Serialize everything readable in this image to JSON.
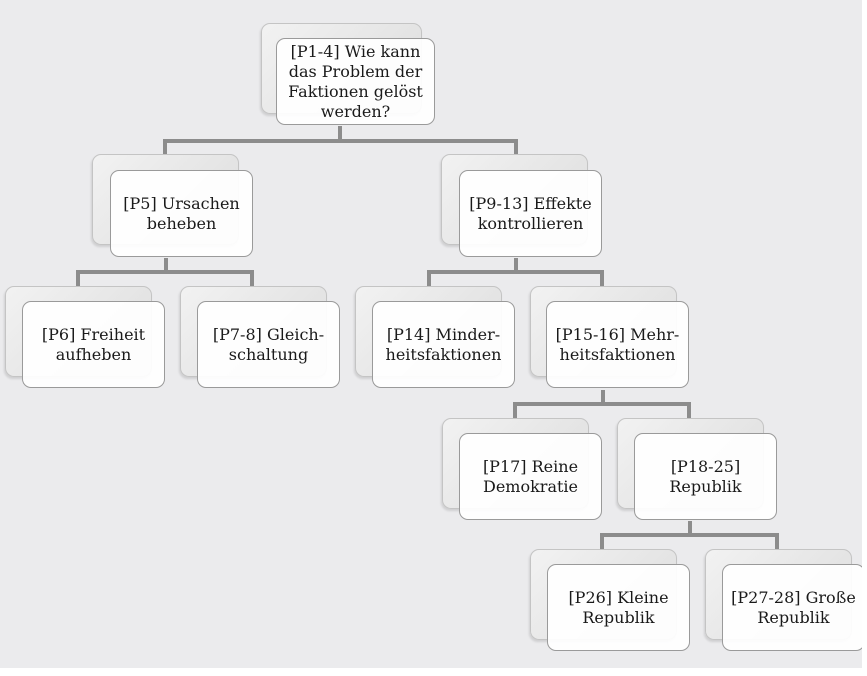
{
  "nodes": [
    {
      "id": "root",
      "label": "[P1-4] Wie kann das Problem der Faktionen gelöst werden?"
    },
    {
      "id": "p5",
      "label": "[P5] Ursachen beheben"
    },
    {
      "id": "p9",
      "label": "[P9-13] Effekte kontrollieren"
    },
    {
      "id": "p6",
      "label": "[P6] Freiheit aufheben"
    },
    {
      "id": "p7",
      "label": "[P7-8] Gleich-schaltung"
    },
    {
      "id": "p14",
      "label": "[P14] Minder-heitsfaktionen"
    },
    {
      "id": "p15",
      "label": "[P15-16] Mehr-heitsfaktionen"
    },
    {
      "id": "p17",
      "label": "[P17] Reine Demokratie"
    },
    {
      "id": "p18",
      "label": "[P18-25] Republik"
    },
    {
      "id": "p26",
      "label": "[P26] Kleine Republik"
    },
    {
      "id": "p27",
      "label": "[P27-28] Große Republik"
    }
  ]
}
